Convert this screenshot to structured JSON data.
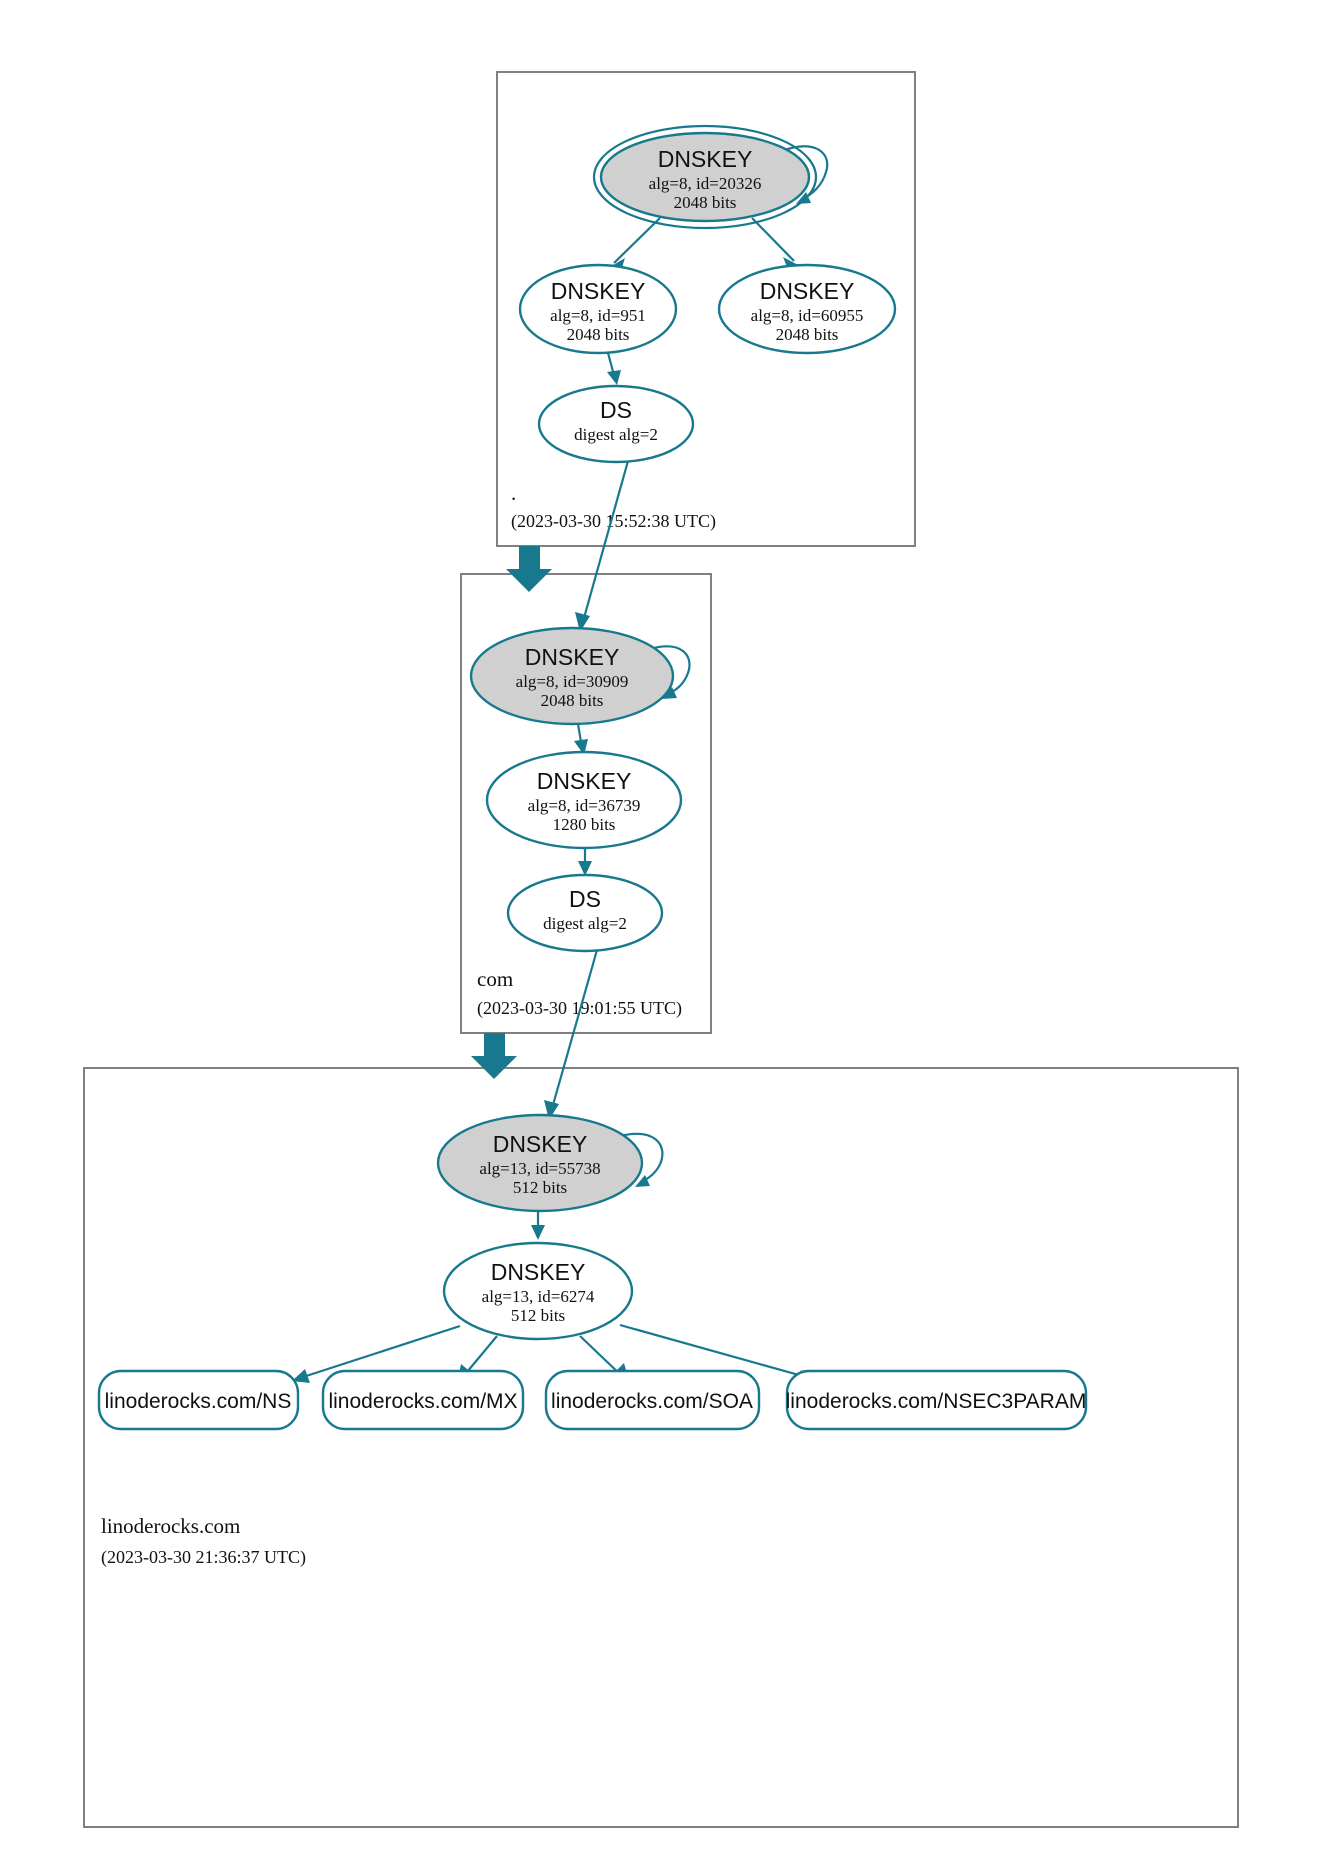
{
  "diagram": {
    "kind": "dnssec-chain-of-trust",
    "colors": {
      "accent": "#17788e",
      "ksk_fill": "#d0d0d0",
      "zsk_fill": "#ffffff",
      "box_stroke": "#808080",
      "background": "#ffffff",
      "text": "#111111"
    }
  },
  "zones": [
    {
      "id": "root",
      "label": ".",
      "timestamp": "(2023-03-30 15:52:38 UTC)",
      "nodes": [
        {
          "id": "root-ksk",
          "type": "DNSKEY",
          "title": "DNSKEY",
          "params": "alg=8, id=20326",
          "size": "2048 bits",
          "role": "ksk",
          "double_ring": true,
          "self_loop": true
        },
        {
          "id": "root-zsk1",
          "type": "DNSKEY",
          "title": "DNSKEY",
          "params": "alg=8, id=951",
          "size": "2048 bits",
          "role": "zsk",
          "double_ring": false,
          "self_loop": false
        },
        {
          "id": "root-zsk2",
          "type": "DNSKEY",
          "title": "DNSKEY",
          "params": "alg=8, id=60955",
          "size": "2048 bits",
          "role": "zsk",
          "double_ring": false,
          "self_loop": false
        },
        {
          "id": "root-ds",
          "type": "DS",
          "title": "DS",
          "params": "digest alg=2",
          "size": "",
          "role": "ds",
          "double_ring": false,
          "self_loop": false
        }
      ]
    },
    {
      "id": "com",
      "label": "com",
      "timestamp": "(2023-03-30 19:01:55 UTC)",
      "nodes": [
        {
          "id": "com-ksk",
          "type": "DNSKEY",
          "title": "DNSKEY",
          "params": "alg=8, id=30909",
          "size": "2048 bits",
          "role": "ksk",
          "double_ring": false,
          "self_loop": true
        },
        {
          "id": "com-zsk",
          "type": "DNSKEY",
          "title": "DNSKEY",
          "params": "alg=8, id=36739",
          "size": "1280 bits",
          "role": "zsk",
          "double_ring": false,
          "self_loop": false
        },
        {
          "id": "com-ds",
          "type": "DS",
          "title": "DS",
          "params": "digest alg=2",
          "size": "",
          "role": "ds",
          "double_ring": false,
          "self_loop": false
        }
      ]
    },
    {
      "id": "linoderocks",
      "label": "linoderocks.com",
      "timestamp": "(2023-03-30 21:36:37 UTC)",
      "nodes": [
        {
          "id": "lr-ksk",
          "type": "DNSKEY",
          "title": "DNSKEY",
          "params": "alg=13, id=55738",
          "size": "512 bits",
          "role": "ksk",
          "double_ring": false,
          "self_loop": true
        },
        {
          "id": "lr-zsk",
          "type": "DNSKEY",
          "title": "DNSKEY",
          "params": "alg=13, id=6274",
          "size": "512 bits",
          "role": "zsk",
          "double_ring": false,
          "self_loop": false
        }
      ],
      "rrsets": [
        {
          "id": "rr-ns",
          "label": "linoderocks.com/NS"
        },
        {
          "id": "rr-mx",
          "label": "linoderocks.com/MX"
        },
        {
          "id": "rr-soa",
          "label": "linoderocks.com/SOA"
        },
        {
          "id": "rr-nsec3param",
          "label": "linoderocks.com/NSEC3PARAM"
        }
      ]
    }
  ]
}
